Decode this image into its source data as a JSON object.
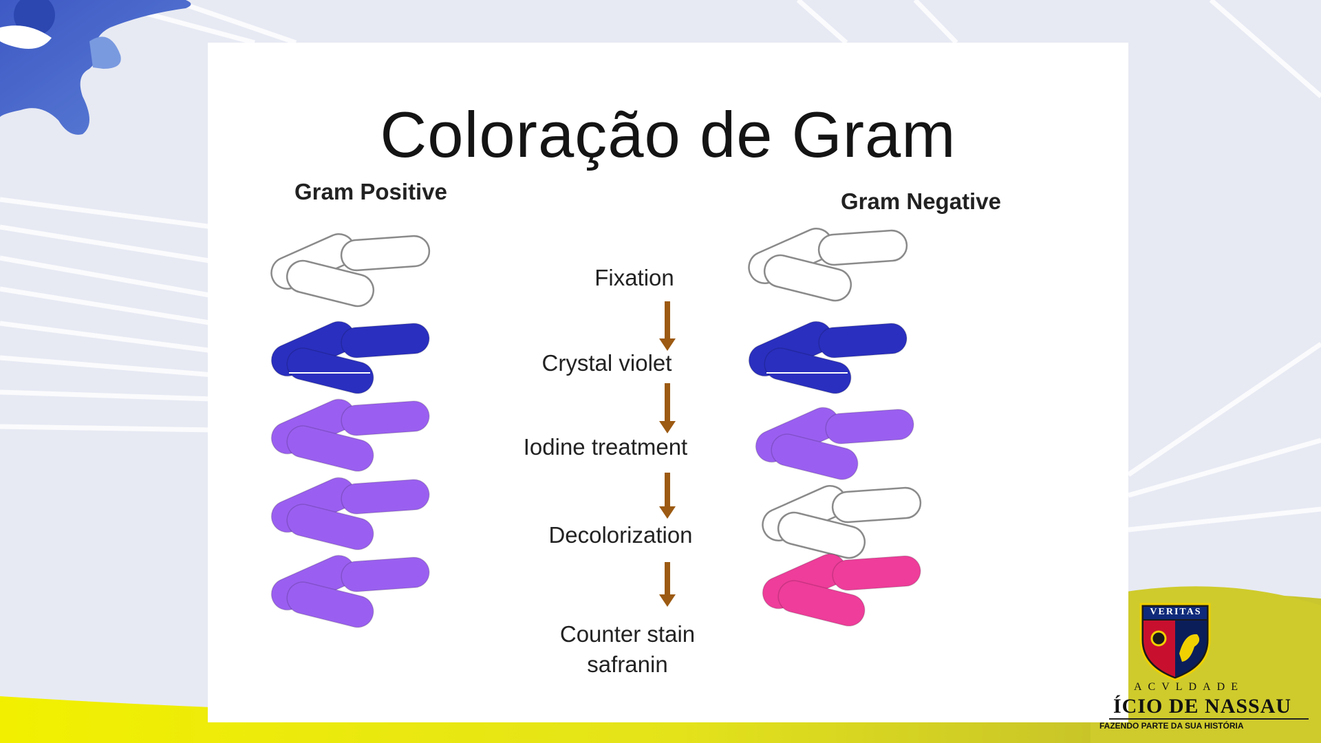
{
  "slide": {
    "title": "Coloração de Gram",
    "left_heading": "Gram Positive",
    "right_heading": "Gram Negative",
    "steps": [
      {
        "label": "Fixation"
      },
      {
        "label": "Crystal violet"
      },
      {
        "label": "Iodine treatment"
      },
      {
        "label": "Decolorization"
      },
      {
        "label": "Counter stain\nsafranin"
      }
    ]
  },
  "institution": {
    "motto": "VERITAS",
    "faculty_label": "ACVLDADE",
    "name": "ÍCIO DE NASSAU",
    "tagline": "FAZENDO PARTE DA SUA HISTÓRIA"
  },
  "colors": {
    "outline": "#8a8a8a",
    "crystal_violet": "#2a2fbf",
    "iodine_purple": "#9a5ff0",
    "safranin_pink": "#ee3d9a",
    "arrow": "#9c5a12",
    "slide_accent_yellow": "#e8e41b",
    "brand_blue": "#2f4aa8"
  },
  "rows": {
    "gram_positive": [
      "outline",
      "crystal_violet",
      "iodine_purple",
      "iodine_purple",
      "iodine_purple"
    ],
    "gram_negative": [
      "outline",
      "crystal_violet",
      "iodine_purple",
      "outline",
      "safranin_pink"
    ]
  }
}
